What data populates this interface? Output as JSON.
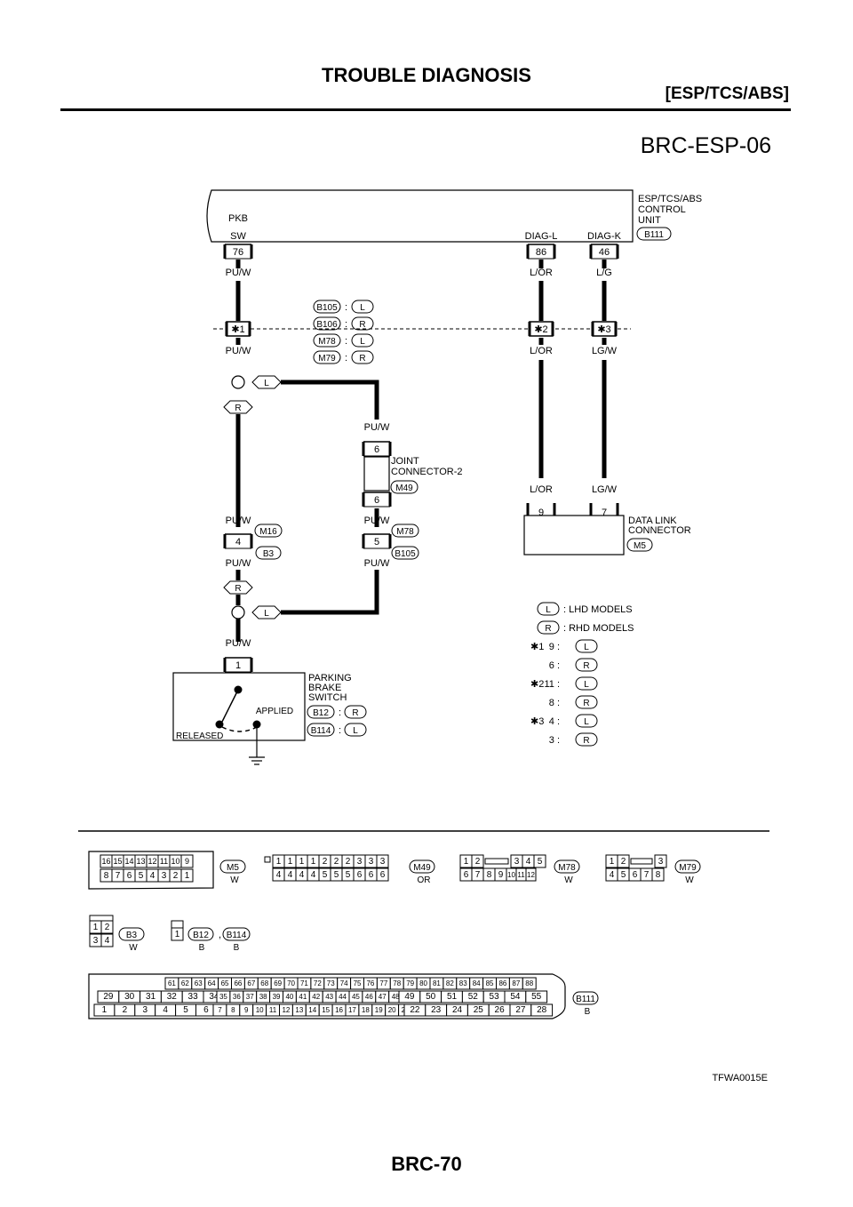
{
  "header": {
    "title": "TROUBLE DIAGNOSIS",
    "section": "[ESP/TCS/ABS]"
  },
  "diagram_id": "BRC-ESP-06",
  "figure_code": "TFWA0015E",
  "page_number": "BRC-70",
  "control_unit": {
    "name": [
      "ESP/TCS/ABS",
      "CONTROL",
      "UNIT"
    ],
    "connector": "B111",
    "pins": [
      {
        "label": [
          "PKB",
          "SW"
        ],
        "pin": "76",
        "wire": "PU/W"
      },
      {
        "label": [
          "DIAG-L"
        ],
        "pin": "86",
        "wire": "L/OR"
      },
      {
        "label": [
          "DIAG-K"
        ],
        "pin": "46",
        "wire": "L/G"
      }
    ]
  },
  "inline_connectors": {
    "legend": [
      {
        "connector": "B105",
        "model": "L"
      },
      {
        "connector": "B106",
        "model": "R"
      },
      {
        "connector": "M78",
        "model": "L"
      },
      {
        "connector": "M79",
        "model": "R"
      }
    ],
    "marks": [
      {
        "mark": "✱1",
        "wire": "PU/W"
      },
      {
        "mark": "✱2",
        "wire": "L/OR"
      },
      {
        "mark": "✱3",
        "wire": "LG/W"
      }
    ]
  },
  "joint_connector": {
    "name": [
      "JOINT",
      "CONNECTOR-2"
    ],
    "connector": "M49",
    "pin_top": "6",
    "pin_bottom": "6",
    "wire_top": "PU/W"
  },
  "connector_m16": {
    "connector": "M16",
    "pin": "4",
    "wire_top": "PU/W",
    "wire_bottom": "PU/W",
    "connector_b": "B3"
  },
  "connector_m78": {
    "connector": "M78",
    "pin": "5",
    "wire_top": "PU/W",
    "wire_bottom": "PU/W",
    "connector_b": "B105"
  },
  "data_link": {
    "name": [
      "DATA LINK",
      "CONNECTOR"
    ],
    "connector": "M5",
    "pins": [
      "9",
      "7"
    ],
    "wires": [
      "L/OR",
      "LG/W"
    ]
  },
  "model_tags": {
    "l": "L",
    "r": "R"
  },
  "parking_brake": {
    "name": [
      "PARKING",
      "BRAKE",
      "SWITCH"
    ],
    "pin": "1",
    "wire": "PU/W",
    "applied": "APPLIED",
    "released": "RELEASED",
    "connectors": [
      {
        "connector": "B12",
        "model": "R"
      },
      {
        "connector": "B114",
        "model": "L"
      }
    ]
  },
  "model_legend": [
    {
      "tag": "L",
      "text": ": LHD MODELS"
    },
    {
      "tag": "R",
      "text": ": RHD MODELS"
    }
  ],
  "pin_table": [
    {
      "mark": "✱1",
      "pin": "9",
      "model": "L"
    },
    {
      "mark": "",
      "pin": "6",
      "model": "R"
    },
    {
      "mark": "✱2",
      "pin": "11",
      "model": "L"
    },
    {
      "mark": "",
      "pin": "8",
      "model": "R"
    },
    {
      "mark": "✱3",
      "pin": "4",
      "model": "L"
    },
    {
      "mark": "",
      "pin": "3",
      "model": "R"
    }
  ],
  "connector_faces": {
    "m5": {
      "id": "M5",
      "color": "W",
      "top": [
        "16",
        "15",
        "14",
        "13",
        "12",
        "11",
        "10",
        "9"
      ],
      "bottom": [
        "8",
        "7",
        "6",
        "5",
        "4",
        "3",
        "2",
        "1"
      ]
    },
    "m49": {
      "id": "M49",
      "color": "OR",
      "top": [
        "1",
        "1",
        "1",
        "1",
        "2",
        "2",
        "2",
        "3",
        "3",
        "3"
      ],
      "bottom": [
        "4",
        "4",
        "4",
        "4",
        "5",
        "5",
        "5",
        "6",
        "6",
        "6"
      ]
    },
    "m78": {
      "id": "M78",
      "color": "W",
      "top": [
        "1",
        "2",
        "",
        "3",
        "4",
        "5"
      ],
      "bottom": [
        "6",
        "7",
        "8",
        "9",
        "10",
        "11",
        "12"
      ]
    },
    "m79": {
      "id": "M79",
      "color": "W",
      "top": [
        "1",
        "2",
        "",
        "3"
      ],
      "bottom": [
        "4",
        "5",
        "6",
        "7",
        "8"
      ]
    },
    "b3": {
      "id": "B3",
      "color": "W",
      "top": [
        "1",
        "2"
      ],
      "bottom": [
        "3",
        "4"
      ]
    },
    "b12": {
      "id": "B12",
      "color": "B",
      "pin": "1"
    },
    "b114": {
      "id": "B114",
      "color": "B",
      "separator": ","
    },
    "b111": {
      "id": "B111",
      "color": "B",
      "row1": [
        "61",
        "62",
        "63",
        "64",
        "65",
        "66",
        "67",
        "68",
        "69",
        "70",
        "71",
        "72",
        "73",
        "74",
        "75",
        "76",
        "77",
        "78",
        "79",
        "80",
        "81",
        "82",
        "83",
        "84",
        "85",
        "86",
        "87",
        "88"
      ],
      "row2": [
        "29",
        "30",
        "31",
        "32",
        "33",
        "34",
        "35",
        "36",
        "37",
        "38",
        "39",
        "40",
        "41",
        "42",
        "43",
        "44",
        "45",
        "46",
        "47",
        "48",
        "49",
        "50",
        "51",
        "52",
        "53",
        "54",
        "55"
      ],
      "row3": [
        "1",
        "2",
        "3",
        "4",
        "5",
        "6",
        "7",
        "8",
        "9",
        "10",
        "11",
        "12",
        "13",
        "14",
        "15",
        "16",
        "17",
        "18",
        "19",
        "20",
        "21",
        "22",
        "23",
        "24",
        "25",
        "26",
        "27",
        "28"
      ]
    }
  }
}
